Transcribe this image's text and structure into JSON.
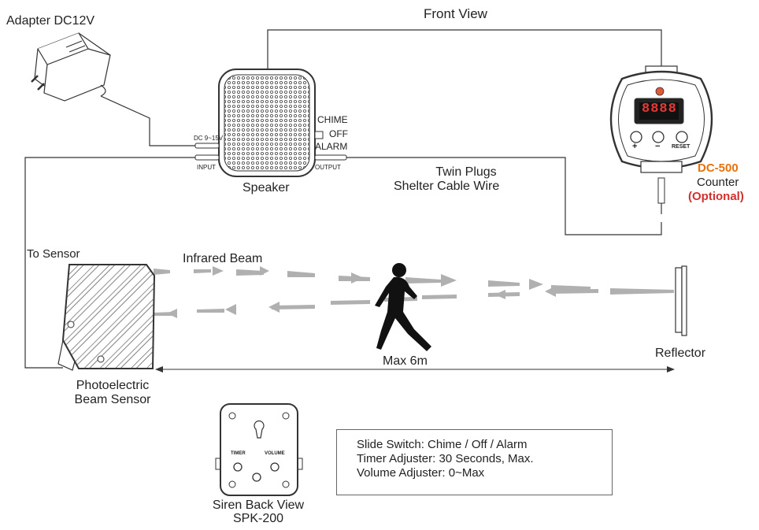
{
  "labels": {
    "adapter": "Adapter DC12V",
    "front_view": "Front View",
    "speaker": "Speaker",
    "chime": "CHIME",
    "off": "OFF",
    "alarm": "ALARM",
    "dc_range": "DC 9~15V",
    "input": "INPUT",
    "output": "OUTPUT",
    "twin_plugs": "Twin Plugs",
    "shelter_cable": "Shelter Cable Wire",
    "counter_model": "DC-500",
    "counter": "Counter",
    "optional_open": "(",
    "optional": "Optional",
    "optional_close": ")",
    "counter_display": "8888",
    "counter_plus": "+",
    "counter_minus": "−",
    "counter_reset": "RESET",
    "to_sensor": "To Sensor",
    "infrared_beam": "Infrared Beam",
    "max_distance": "Max 6m",
    "reflector": "Reflector",
    "sensor_line1": "Photoelectric",
    "sensor_line2": "Beam Sensor",
    "siren_line1": "Siren Back View",
    "siren_line2": "SPK-200",
    "timer": "TIMER",
    "volume": "VOLUME"
  },
  "notes": [
    "Slide Switch: Chime / Off / Alarm",
    "Timer Adjuster: 30 Seconds, Max.",
    "Volume Adjuster: 0~Max"
  ],
  "colors": {
    "line": "#333333",
    "beam": "#b0b0b0",
    "model_orange": "#e8720c",
    "optional_red": "#d32f2f",
    "led": "#e05a3a",
    "display_red": "#e53935"
  },
  "icons": [
    "adapter-icon",
    "speaker-icon",
    "counter-icon",
    "sensor-icon",
    "person-icon",
    "reflector-icon",
    "siren-back-icon"
  ]
}
